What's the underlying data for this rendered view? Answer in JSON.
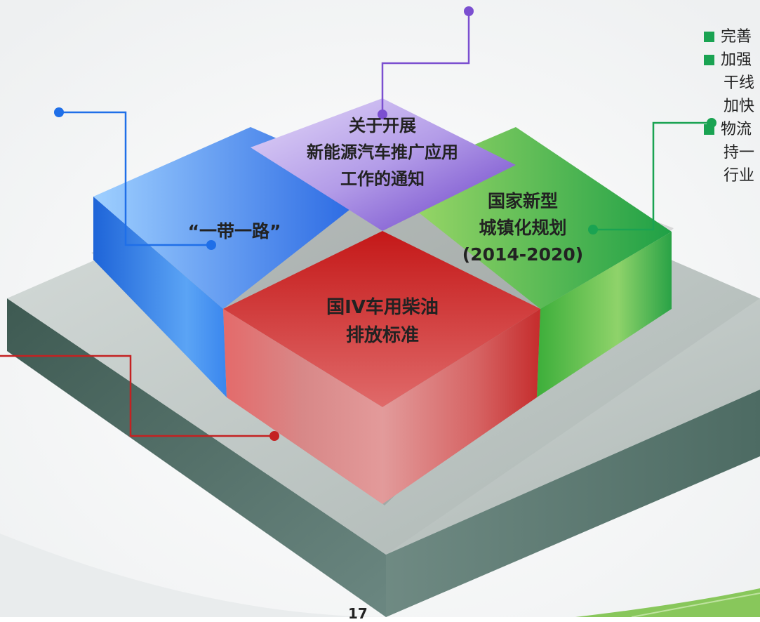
{
  "blocks": {
    "purple": {
      "lines": [
        "关于开展",
        "新能源汽车推广应用",
        "工作的通知"
      ]
    },
    "blue": {
      "lines": [
        "“一带一路”"
      ]
    },
    "green": {
      "lines": [
        "国家新型",
        "城镇化规划",
        "(2014-2020)"
      ]
    },
    "red": {
      "lines": [
        "国IV车用柴油",
        "排放标准"
      ]
    }
  },
  "right_panel": {
    "bullets": [
      {
        "lines": [
          "完善"
        ]
      },
      {
        "lines": [
          "加强",
          "干线",
          "加快"
        ]
      },
      {
        "lines": [
          "物流",
          "持一",
          "行业"
        ]
      }
    ]
  },
  "page_number": "17",
  "colors": {
    "purple": "#7b4fd0",
    "blue": "#1f6fe8",
    "green": "#2aaa45",
    "red": "#c42121",
    "platform": "#c9d0cf",
    "bullet": "#1aa352"
  }
}
